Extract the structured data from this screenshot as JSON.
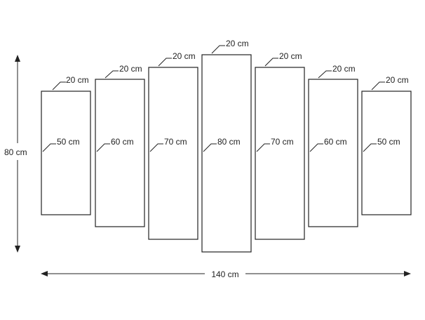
{
  "dimensions": {
    "total_height_label": "80 cm",
    "total_width_label": "140 cm"
  },
  "panels": [
    {
      "width_label": "20 cm",
      "height_label": "50 cm"
    },
    {
      "width_label": "20 cm",
      "height_label": "60 cm"
    },
    {
      "width_label": "20 cm",
      "height_label": "70 cm"
    },
    {
      "width_label": "20 cm",
      "height_label": "80 cm"
    },
    {
      "width_label": "20 cm",
      "height_label": "70 cm"
    },
    {
      "width_label": "20 cm",
      "height_label": "60 cm"
    },
    {
      "width_label": "20 cm",
      "height_label": "50 cm"
    }
  ]
}
